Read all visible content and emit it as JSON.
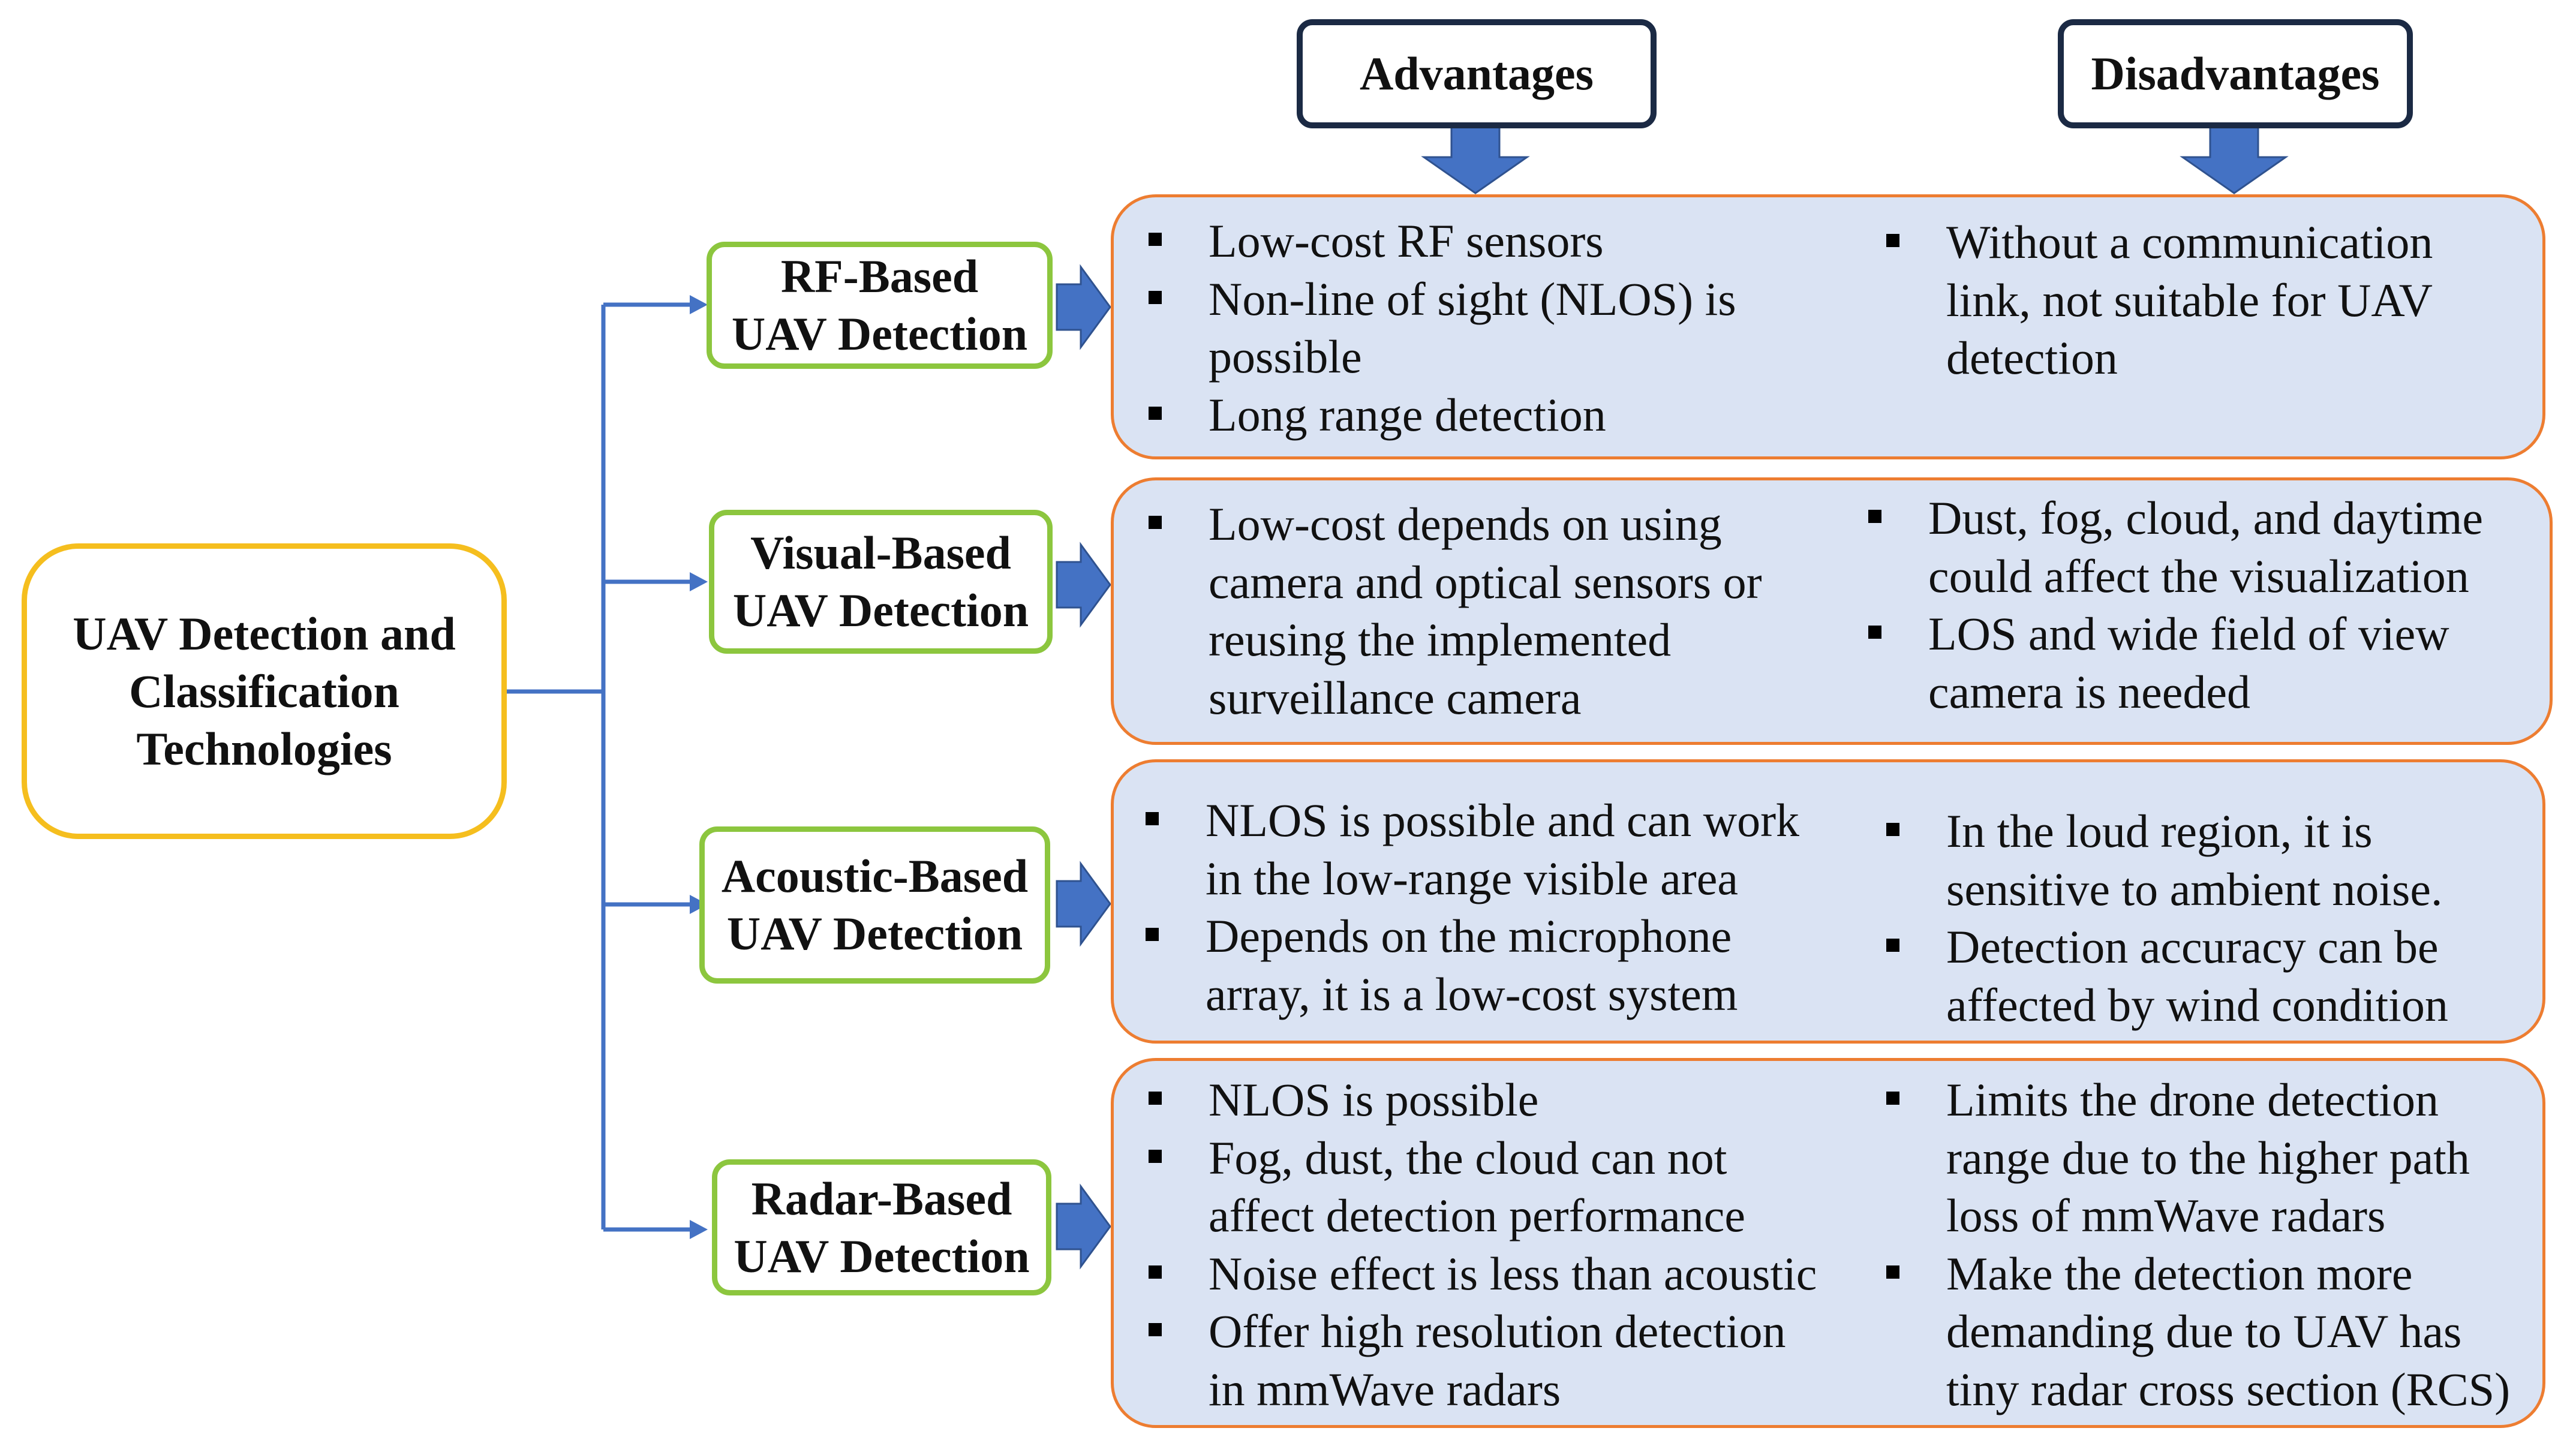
{
  "root": {
    "lines": [
      "UAV Detection and",
      "Classification",
      "Technologies"
    ]
  },
  "headers": {
    "advantages": "Advantages",
    "disadvantages": "Disadvantages"
  },
  "technologies": [
    {
      "lines": [
        "RF-Based",
        "UAV Detection"
      ],
      "advantages": [
        [
          "Low-cost RF  sensors"
        ],
        [
          "Non-line of sight (NLOS) is",
          "possible"
        ],
        [
          "Long range detection"
        ]
      ],
      "disadvantages": [
        [
          "Without a communication",
          "link, not suitable for UAV",
          "detection"
        ]
      ]
    },
    {
      "lines": [
        "Visual-Based",
        "UAV Detection"
      ],
      "advantages": [
        [
          "Low-cost depends on  using",
          "camera and optical sensors or",
          "reusing the implemented",
          "surveillance camera"
        ]
      ],
      "disadvantages": [
        [
          "Dust, fog, cloud, and daytime",
          "could affect the visualization"
        ],
        [
          "LOS and wide field of view",
          "camera is needed"
        ]
      ]
    },
    {
      "lines": [
        "Acoustic-Based",
        "UAV Detection"
      ],
      "advantages": [
        [
          "NLOS is possible and can work",
          "in the low-range visible area"
        ],
        [
          " Depends on the microphone",
          "array, it is a low-cost system"
        ]
      ],
      "disadvantages": [
        [
          "In the loud region, it is",
          "sensitive to ambient noise."
        ],
        [
          "Detection accuracy can be",
          "affected by wind condition"
        ]
      ]
    },
    {
      "lines": [
        "Radar-Based",
        "UAV Detection"
      ],
      "advantages": [
        [
          "NLOS is possible"
        ],
        [
          "Fog, dust, the cloud can not",
          "affect detection performance"
        ],
        [
          "Noise effect is less than acoustic"
        ],
        [
          "Offer high resolution detection",
          "in mmWave radars"
        ]
      ],
      "disadvantages": [
        [
          "Limits the drone detection",
          "range due to the higher path",
          "loss of mmWave radars"
        ],
        [
          "Make the detection more",
          "demanding due to UAV has",
          "tiny radar cross section (RCS)"
        ]
      ]
    }
  ],
  "colors": {
    "root_border": "#F5BE1E",
    "tech_border": "#8CC63E",
    "header_border": "#1B2A44",
    "panel_border": "#ED7D31",
    "panel_fill": "#DAE3F3",
    "connector": "#4472C4",
    "arrow_fill": "#4472C4"
  }
}
